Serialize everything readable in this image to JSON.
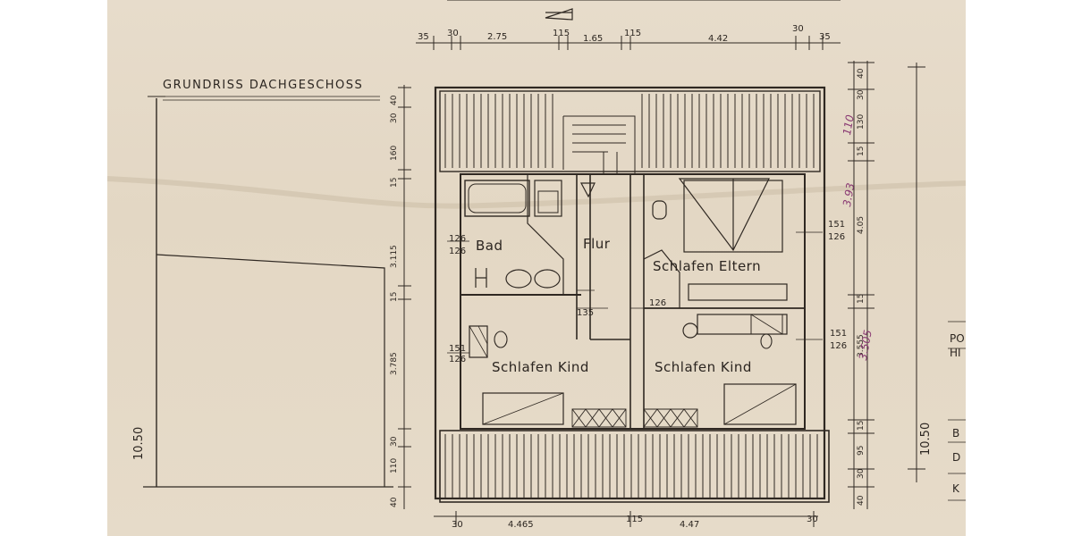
{
  "drawing": {
    "title": "GRUNDRISS DACHGESCHOSS",
    "rooms": [
      "Bad",
      "Flur",
      "Schlafen Eltern",
      "Schlafen Kind",
      "Schlafen Kind"
    ],
    "top_dims": [
      "35",
      "30",
      "2.75",
      "115",
      "1.65",
      "115",
      "4.42",
      "30",
      "35"
    ],
    "bottom_dims": [
      "30",
      "4.465",
      "115",
      "4.47",
      "30"
    ],
    "left_dims": [
      "40",
      "30",
      "160",
      "15",
      "3.115",
      "15",
      "3.785",
      "30",
      "110",
      "40"
    ],
    "inner_dims": [
      "126",
      "126",
      "151",
      "126",
      "135",
      "126",
      "151",
      "126",
      "151",
      "126"
    ],
    "right_dims": [
      "40",
      "30",
      "130",
      "15",
      "4.05",
      "15",
      "3.555",
      "15",
      "95",
      "30",
      "40"
    ],
    "pencil_dims": [
      "110",
      "3.93",
      "3.505"
    ],
    "overall_dims": [
      "10.50",
      "10.50"
    ],
    "right_edge_text": [
      "PO",
      "HI",
      "B",
      "D",
      "K"
    ]
  }
}
